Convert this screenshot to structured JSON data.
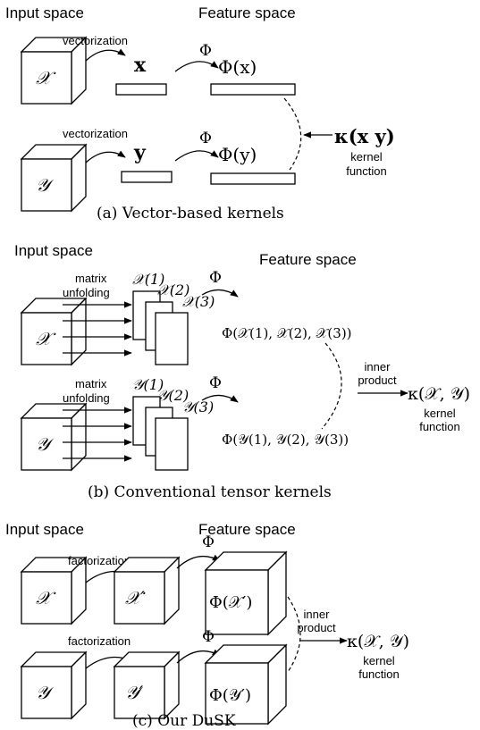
{
  "panel_a": {
    "input_space": "Input space",
    "feature_space": "Feature space",
    "vectorization_top": "vectorization",
    "vectorization_bottom": "vectorization",
    "cube_x": "𝒳",
    "cube_y": "𝒴",
    "vec_x": "x",
    "vec_y": "y",
    "phi_top": "Φ",
    "phi_bottom": "Φ",
    "phi_x": "Φ(x)",
    "phi_y": "Φ(y)",
    "kernel_expr": "κ(x y)",
    "kernel_label_1": "kernel",
    "kernel_label_2": "function",
    "caption": "(a)  Vector-based kernels"
  },
  "panel_b": {
    "input_space": "Input space",
    "feature_space": "Feature space",
    "unfold_top_1": "matrix",
    "unfold_top_2": "unfolding",
    "unfold_bot_1": "matrix",
    "unfold_bot_2": "unfolding",
    "cube_x": "𝒳",
    "cube_y": "𝒴",
    "x1": "𝒳(1)",
    "x2": "𝒳(2)",
    "x3": "𝒳(3)",
    "y1": "𝒴(1)",
    "y2": "𝒴(2)",
    "y3": "𝒴(3)",
    "phi_top": "Φ",
    "phi_bottom": "Φ",
    "phi_x": "Φ(𝒳(1), 𝒳(2), 𝒳(3))",
    "phi_y": "Φ(𝒴(1), 𝒴(2), 𝒴(3))",
    "inner_1": "inner",
    "inner_2": "product",
    "kernel_expr": "κ(𝒳, 𝒴)",
    "kernel_label_1": "kernel",
    "kernel_label_2": "function",
    "caption": "(b)  Conventional tensor kernels"
  },
  "panel_c": {
    "input_space": "Input space",
    "feature_space": "Feature space",
    "factorization_top": "factorization",
    "factorization_bottom": "factorization",
    "cube_x": "𝒳",
    "cube_y": "𝒴",
    "cube_xp": "𝒳′",
    "cube_yp": "𝒴′",
    "phi_top": "Φ",
    "phi_bottom": "Φ",
    "phi_x": "Φ(𝒳′)",
    "phi_y": "Φ(𝒴′)",
    "inner_1": "inner",
    "inner_2": "product",
    "kernel_expr": "κ(𝒳, 𝒴)",
    "kernel_label_1": "kernel",
    "kernel_label_2": "function",
    "caption": "(c)  Our DuSK"
  }
}
